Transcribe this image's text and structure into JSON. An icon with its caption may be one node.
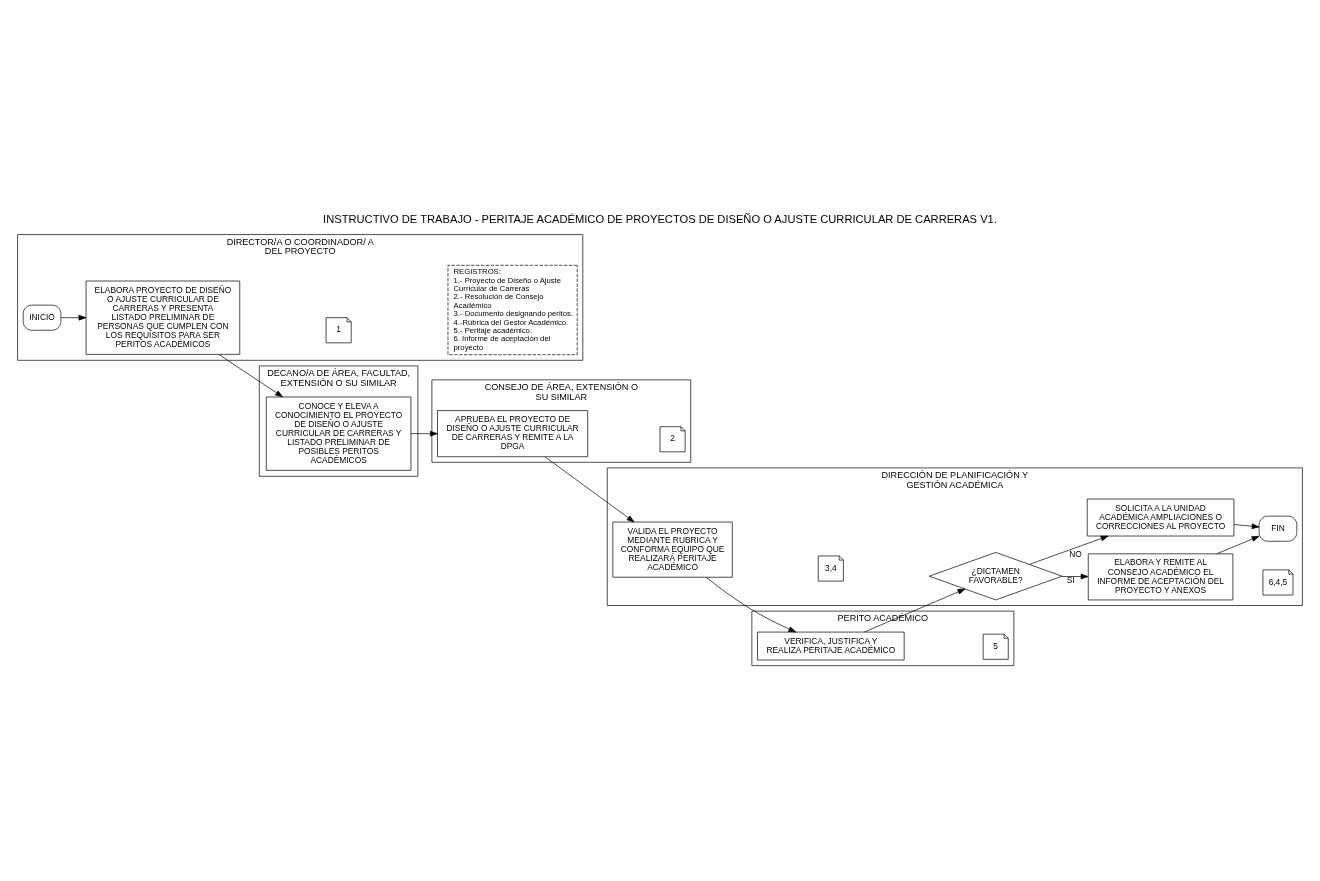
{
  "diagram": {
    "title": "INSTRUCTIVO DE TRABAJO - PERITAJE ACADÉMICO DE PROYECTOS DE DISEÑO O AJUSTE CURRICULAR DE CARRERAS V1.",
    "nodes": [
      {
        "text": [
          "DIRECTOR/A O COORDINADOR/ A DEL PROYECTO"
        ]
      },
      {
        "text": [
          "DECANO/A DE ÁREA, FACULTAD, EXTENSIÓN O SU SIMILAR"
        ]
      },
      {
        "text": [
          "CONSEJO DE ÁREA, EXTENSIÓN O SU SIMILAR"
        ]
      },
      {
        "text": [
          "DIRECCIÓN DE PLANIFICACIÓN Y GESTIÓN ACADÉMICA"
        ]
      },
      {
        "text": [
          "PERITO ACADÉMICO"
        ]
      },
      {
        "text": [
          "INICIO"
        ],
        "in": 0
      },
      {
        "text": [
          "ELABORA PROYECTO DE DISEÑO O AJUSTE CURRICULAR DE CARRERAS Y PRESENTA LISTADO PRELIMINAR DE PERSONAS QUE CUMPLEN CON LOS REQUISITOS PARA SER PERITOS ACADÉMICOS"
        ],
        "in": 0
      },
      {
        "text": [
          "1"
        ],
        "in": 0
      },
      {
        "text": [
          "REGISTROS:",
          "1.- Proyecto de Diseño o Ajuste Curricular de Carreras",
          "2.- Resolución de Consejo Académico",
          "3.- Documento designando peritos.",
          "4.-Rúbrica del Gestor Académico.",
          "5.- Peritaje académico.",
          "6. Informe de aceptación del proyecto"
        ],
        "in": 0
      },
      {
        "text": [
          "CONOCE Y ELEVA A CONOCIMIENTO EL PROYECTO DE DISEÑO O AJUSTE CURRICULAR DE CARRERAS Y LISTADO PRELIMINAR DE POSIBLES PERITOS ACADÉMICOS"
        ],
        "in": 1
      },
      {
        "text": [
          "APRUEBA EL PROYECTO DE DISEÑO O AJUSTE CURRICULAR DE CARRERAS Y REMITE A LA DPGA"
        ],
        "in": 2
      },
      {
        "text": [
          "2"
        ],
        "in": 2
      },
      {
        "text": [
          "VALIDA EL PROYECTO MEDIANTE RUBRICA Y CONFORMA EQUIPO QUE REALIZARÁ PERITAJE ACADÉMICO"
        ],
        "in": 3
      },
      {
        "text": [
          "3,4"
        ],
        "in": 3
      },
      {
        "text": [
          "¿DICTAMEN FAVORABLE?"
        ],
        "in": 3
      },
      {
        "text": [
          "ELABORA Y REMITE AL CONSEJO ACADÉMICO EL INFORME DE ACEPTACIÓN DEL PROYECTO Y ANEXOS"
        ],
        "in": 3
      },
      {
        "text": [
          "6,4,5"
        ],
        "in": 3
      },
      {
        "text": [
          "SOLICITA A LA UNIDAD ACADÉMICA AMPLIACIONES O CORRECCIONES AL PROYECTO"
        ],
        "in": 3
      },
      {
        "text": [
          "FIN"
        ],
        "in": 3
      },
      {
        "text": [
          "VERIFICA, JUSTIFICA Y REALIZA PERITAJE ACADÉMICO"
        ],
        "in": 4
      },
      {
        "text": [
          "5"
        ],
        "in": 4
      }
    ],
    "edges": [
      {
        "from": 5,
        "to": 6,
        "arrow": "to"
      },
      {
        "from": 6,
        "to": 9,
        "arrow": "to"
      },
      {
        "from": 9,
        "to": 10,
        "arrow": "to"
      },
      {
        "from": 10,
        "to": 12,
        "arrow": "to"
      },
      {
        "from": 12,
        "to": 19,
        "arrow": "to"
      },
      {
        "from": 19,
        "to": 14,
        "arrow": "to"
      },
      {
        "from": 14,
        "to": 15,
        "label": "SI",
        "arrow": "to"
      },
      {
        "from": 14,
        "to": 17,
        "label": "NO",
        "arrow": "to"
      },
      {
        "from": 15,
        "to": 18,
        "arrow": "to"
      },
      {
        "from": 17,
        "to": 18,
        "arrow": "to"
      }
    ]
  }
}
